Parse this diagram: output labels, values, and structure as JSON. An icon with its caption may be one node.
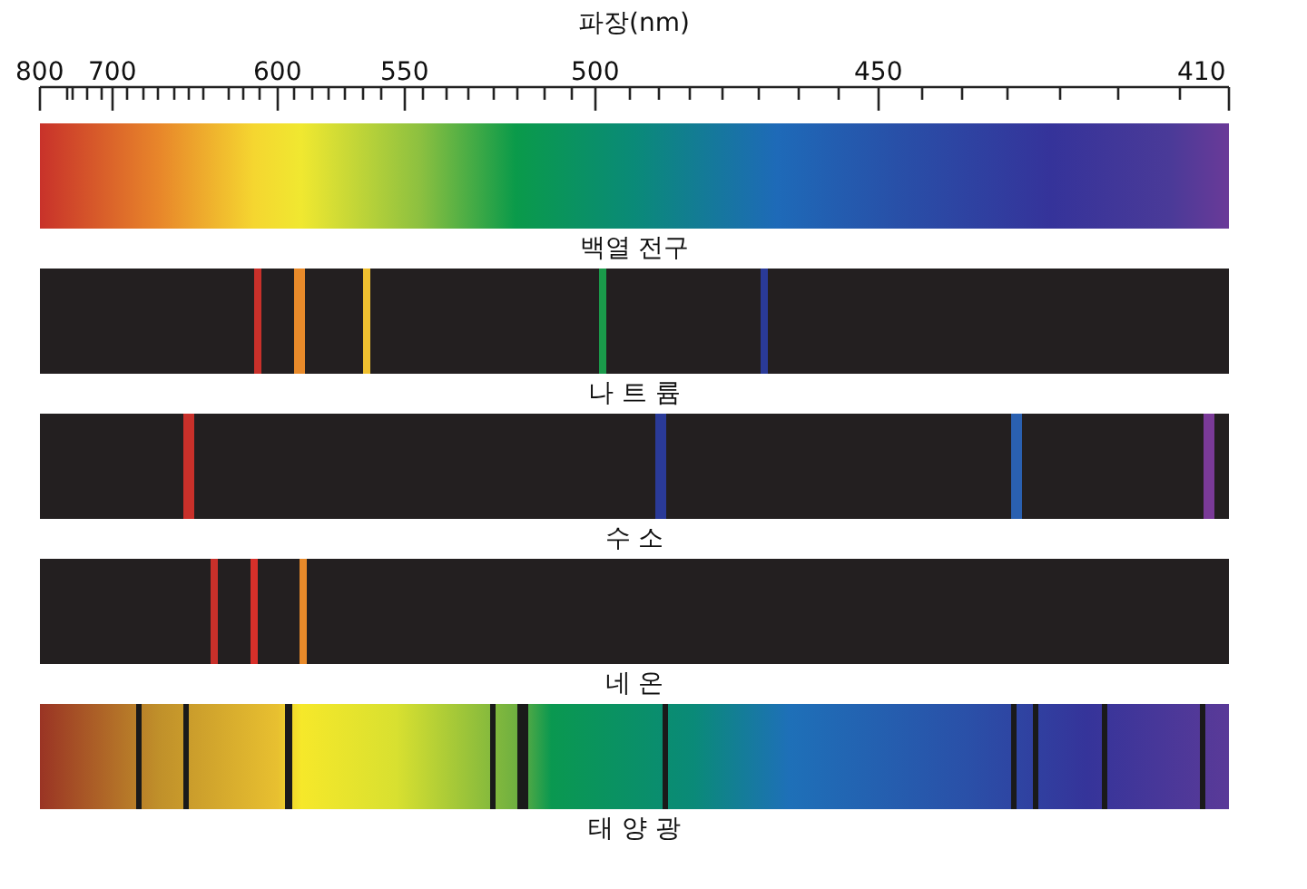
{
  "diagram": {
    "nodes": [
      {
        "text": [
          "백열 전구"
        ]
      },
      {
        "text": [
          "나 트 륨"
        ]
      },
      {
        "text": [
          "수 소"
        ]
      },
      {
        "text": [
          "네 온"
        ]
      },
      {
        "text": [
          "태 양 광"
        ]
      }
    ],
    "labels": [
      "파장(nm)",
      "800",
      "700",
      "600",
      "550",
      "500",
      "450",
      "410"
    ]
  }
}
